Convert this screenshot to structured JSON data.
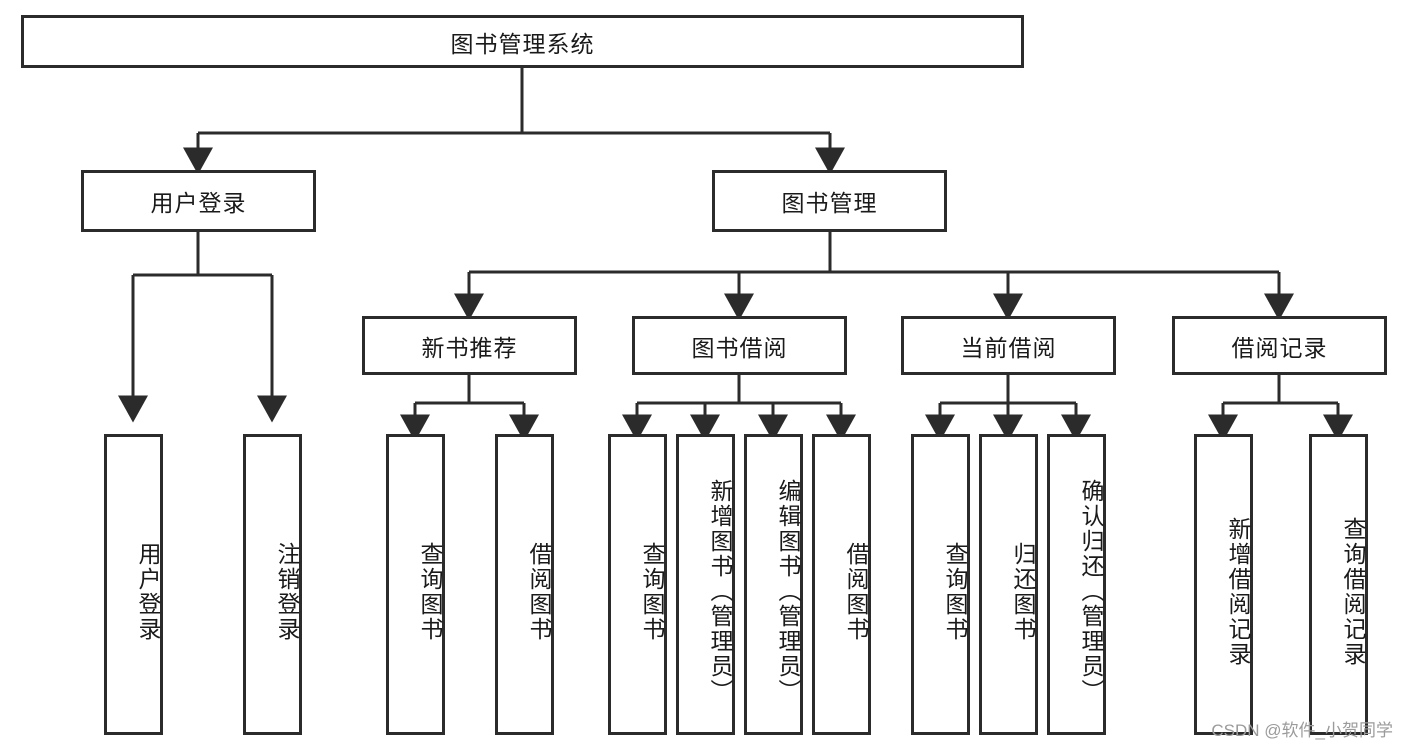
{
  "diagram": {
    "title": "图书管理系统",
    "type": "tree-hierarchy-diagram",
    "colors": {
      "stroke": "#2b2b2b",
      "fill": "#ffffff",
      "text": "#1a1a1a",
      "watermark": "#9b9b9b"
    },
    "root": {
      "label": "图书管理系统"
    },
    "level2": [
      {
        "label": "用户登录"
      },
      {
        "label": "图书管理"
      }
    ],
    "level3": [
      {
        "label": "新书推荐"
      },
      {
        "label": "图书借阅"
      },
      {
        "label": "当前借阅"
      },
      {
        "label": "借阅记录"
      }
    ],
    "leaves": {
      "user_login": [
        {
          "label": "用户登录"
        },
        {
          "label": "注销登录"
        }
      ],
      "new_book_recommend": [
        {
          "label": "查询图书"
        },
        {
          "label": "借阅图书"
        }
      ],
      "book_borrow": [
        {
          "label": "查询图书"
        },
        {
          "label": "新增图书（管理员）"
        },
        {
          "label": "编辑图书（管理员）"
        },
        {
          "label": "借阅图书"
        }
      ],
      "current_borrow": [
        {
          "label": "查询图书"
        },
        {
          "label": "归还图书"
        },
        {
          "label": "确认归还（管理员）"
        }
      ],
      "borrow_record": [
        {
          "label": "新增借阅记录"
        },
        {
          "label": "查询借阅记录"
        }
      ]
    }
  },
  "watermark": {
    "text": "CSDN @软件_小贺同学"
  }
}
